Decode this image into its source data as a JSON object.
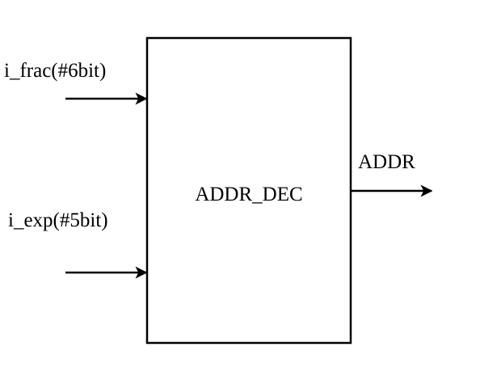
{
  "diagram": {
    "block": {
      "label": "ADDR_DEC"
    },
    "inputs": [
      {
        "label": "i_frac(#6bit)"
      },
      {
        "label": "i_exp(#5bit)"
      }
    ],
    "outputs": [
      {
        "label": "ADDR"
      }
    ],
    "colors": {
      "stroke": "#000000",
      "background": "#ffffff"
    }
  }
}
